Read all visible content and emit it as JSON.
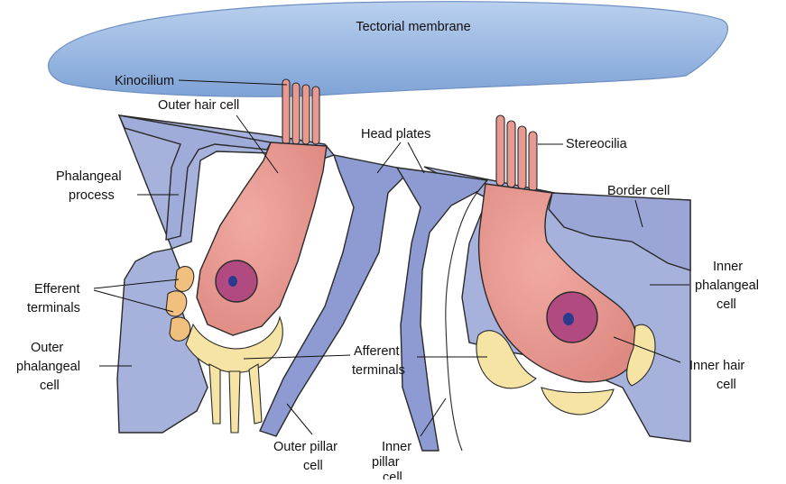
{
  "labels": {
    "tectorial_membrane": "Tectorial membrane",
    "kinocilium": "Kinocilium",
    "outer_hair_cell": "Outer hair cell",
    "head_plates": "Head plates",
    "stereocilia": "Stereocilia",
    "phalangeal_process": [
      "Phalangeal",
      "process"
    ],
    "border_cell": "Border cell",
    "efferent_terminals": [
      "Efferent",
      "terminals"
    ],
    "inner_phalangeal_cell": [
      "Inner",
      "phalangeal",
      "cell"
    ],
    "outer_phalangeal_cell": [
      "Outer",
      "phalangeal",
      "cell"
    ],
    "afferent_terminals": [
      "Afferent",
      "terminals"
    ],
    "inner_hair_cell": [
      "Inner hair",
      "cell"
    ],
    "outer_pillar_cell": [
      "Outer pillar",
      "cell"
    ],
    "inner_pillar_cell": [
      "Inner",
      "pillar",
      "cell"
    ]
  },
  "colors": {
    "tectorial_membrane": "#8fb2dc",
    "supporting_cells": "#a7b2dc",
    "pillar_cells": "#8e9bd2",
    "hair_cells": "#e89a92",
    "nucleus": "#b24a82",
    "nucleolus": "#2b3a8c",
    "afferent_terminals": "#f6e4a4",
    "efferent_terminals": "#f2c07e"
  }
}
